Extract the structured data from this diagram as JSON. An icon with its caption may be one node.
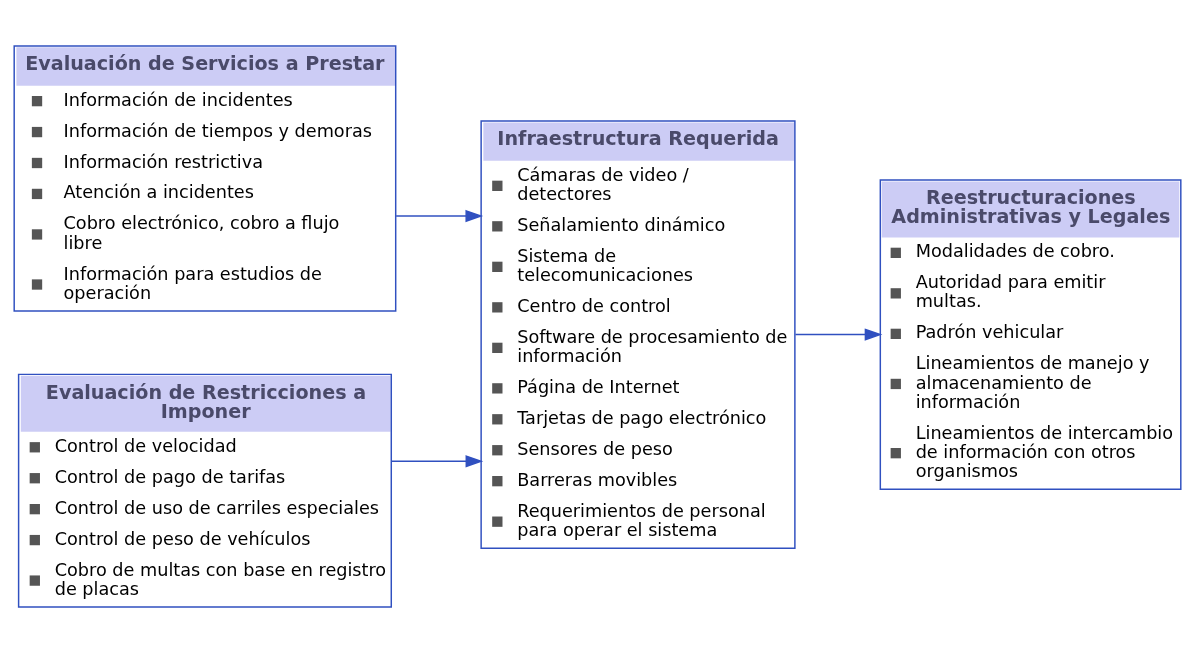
{
  "diagram": {
    "nodes": [
      {
        "text": [
          "Evaluación de Servicios a Prestar",
          "Información de incidentes",
          "Información de tiempos y demoras",
          "Información restrictiva",
          "Atención a incidentes",
          "Cobro electrónico, cobro a flujo libre",
          "Información para estudios de operación"
        ]
      },
      {
        "text": [
          "Evaluación de Restricciones a Imponer",
          "Control de velocidad",
          "Control de pago de tarifas",
          "Control de uso de carriles especiales",
          "Control de peso de vehículos",
          "Cobro de multas con base en registro de placas"
        ]
      },
      {
        "text": [
          "Infraestructura Requerida",
          "Cámaras de video / detectores",
          "Señalamiento dinámico",
          "Sistema de telecomunicaciones",
          "Centro de control",
          "Software de procesamiento de información",
          "Página de Internet",
          "Tarjetas de pago electrónico",
          "Sensores de peso",
          "Barreras movibles",
          "Requerimientos de personal para operar el sistema"
        ]
      },
      {
        "text": [
          "Reestructuraciones Administrativas y Legales",
          "Modalidades de cobro.",
          "Autoridad para emitir multas.",
          "Padrón vehicular",
          "Lineamientos de manejo y almacenamiento de información",
          "Lineamientos de intercambio de información con otros organismos"
        ]
      }
    ],
    "edges": [
      {
        "from": 0,
        "to": 2,
        "arrow": "to"
      },
      {
        "from": 1,
        "to": 2,
        "arrow": "to"
      },
      {
        "from": 2,
        "to": 3,
        "arrow": "to"
      }
    ]
  }
}
